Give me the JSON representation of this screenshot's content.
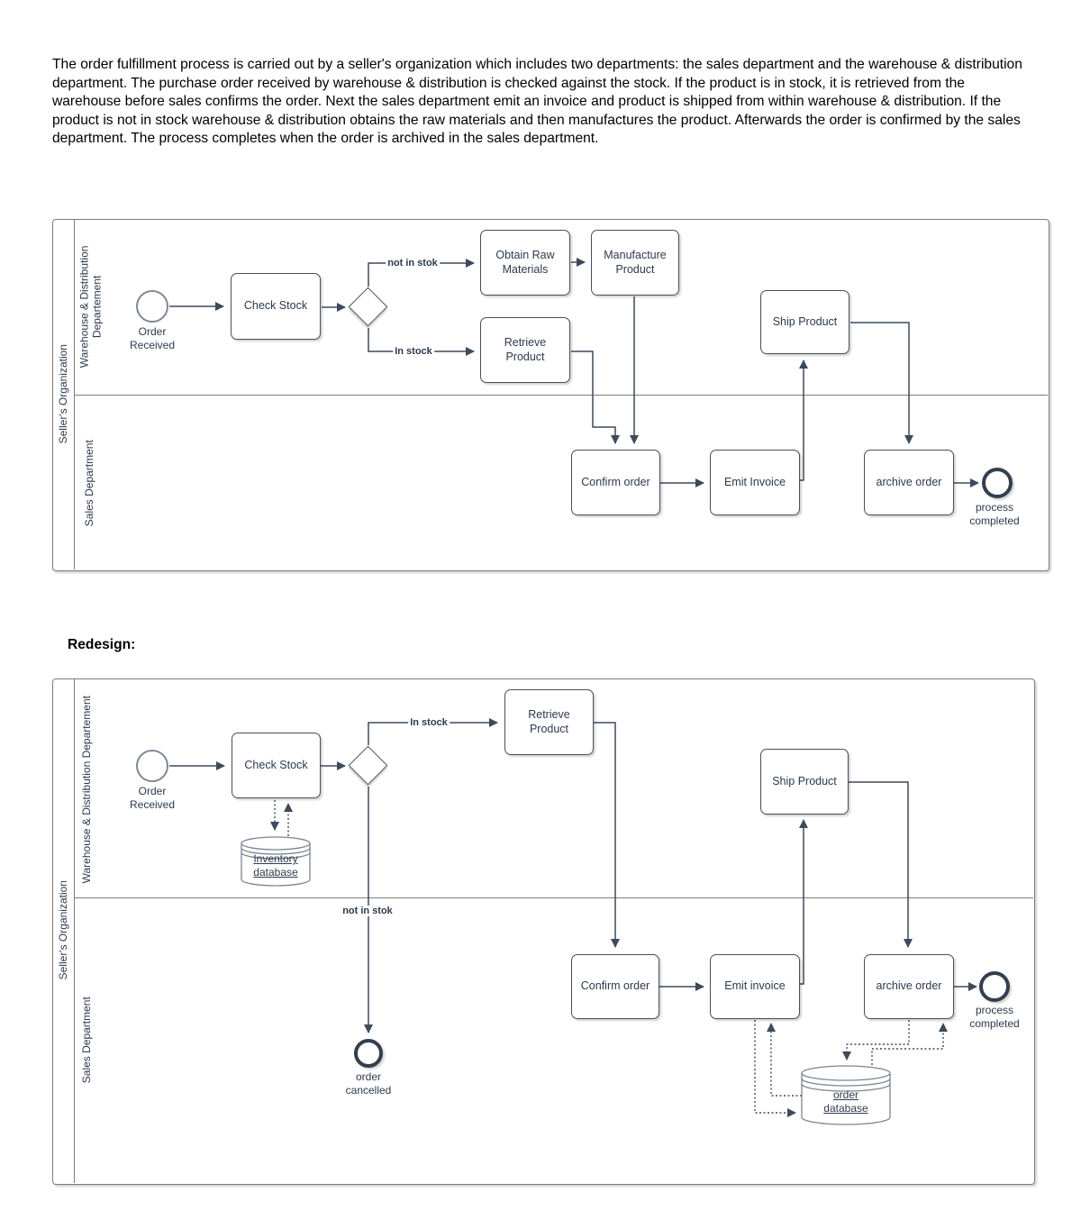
{
  "intro": {
    "text": "The order fulfillment process is carried out by a seller's organization which includes two departments: the sales department and the warehouse & distribution department. The purchase order received by warehouse & distribution is checked against the stock. If the product is in stock, it is retrieved from the warehouse before sales confirms the order. Next the sales department emit an invoice and product is shipped from within warehouse & distribution. If the product is not in stock warehouse & distribution obtains the raw materials and then manufactures the product. Afterwards the order is confirmed by the sales department. The process completes when the order is archived in the sales department."
  },
  "redesign": {
    "label": "Redesign:"
  },
  "colors": {
    "node_border": "#45505e",
    "edge": "#3e4a5a",
    "lane_border": "#7d7d7d",
    "label_text": "#2c3a4d"
  },
  "diagram1": {
    "pool_label": "Seller's Organization",
    "lanes": [
      {
        "label": "Warehouse & Distribution Departement"
      },
      {
        "label": "Sales Department"
      }
    ],
    "nodes": {
      "start_event": "Order Received",
      "check_stock": "Check Stock",
      "obtain_raw_materials": "Obtain Raw Materials",
      "manufacture_product": "Manufacture Product",
      "retrieve_product": "Retrieve Product",
      "ship_product": "Ship Product",
      "confirm_order": "Confirm order",
      "emit_invoice": "Emit Invoice",
      "archive_order": "archive order",
      "end_event": "process completed"
    },
    "edge_labels": {
      "not_in_stock": "not in stok",
      "in_stock": "In stock"
    }
  },
  "diagram2": {
    "pool_label": "Seller's Organization",
    "lanes": [
      {
        "label": "Warehouse & Distribution Departement"
      },
      {
        "label": "Sales Department"
      }
    ],
    "nodes": {
      "start_event": "Order Received",
      "check_stock": "Check Stock",
      "inventory_database": "Inventory database",
      "retrieve_product": "Retrieve Product",
      "ship_product": "Ship Product",
      "confirm_order": "Confirm order",
      "emit_invoice": "Emit invoice",
      "archive_order": "archive order",
      "order_database": "order database",
      "cancel_event": "order cancelled",
      "end_event": "process completed"
    },
    "edge_labels": {
      "not_in_stock": "not in stok",
      "in_stock": "In stock"
    }
  }
}
